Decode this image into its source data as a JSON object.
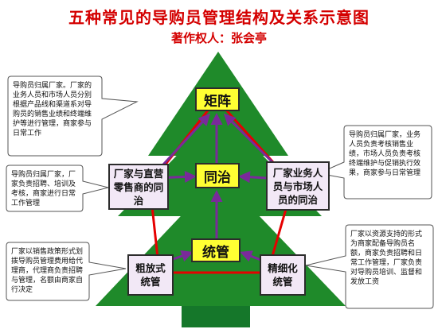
{
  "title": "五种常见的导购员管理结构及关系示意图",
  "subtitle": "著作权人：张会亭",
  "colors": {
    "title": "#d40000",
    "tree": "#1f8a2a",
    "trunk": "#15772a",
    "relation_line": "#e60000",
    "arrow": "#7a2a9a",
    "yellow_node": "#ffff33",
    "lilac_node": "#f2e8f6",
    "callout_fill": "#ffffff"
  },
  "nodes": {
    "top": "矩阵",
    "middle": "同治",
    "lower": "统管",
    "left_mid": "厂家与直营零售商的同治",
    "right_mid": "厂家业务人员与市场人员的同治",
    "bottom_left": "粗放式统管",
    "bottom_right": "精细化统管"
  },
  "callouts": {
    "top_left": "导购员归属厂家。厂家的业务人员和市场人员分别根据产品线和渠道系对导购员的销售业绩和终端维护等进行管理，商家参与日常工作",
    "mid_left": "导购员归属厂家，厂家负责招聘、培训及考核，商家进行日常工作管理",
    "bottom_left": "厂家以销售政策形式划拨导购员管理费用给代理商，代理商负责招聘与管理，名额由商家自行决定",
    "top_right": "导购员归属厂家，业务人员负责考核销售业绩，市场人员负责考核终端维护与促销执行效果，商家参与日常管理",
    "bottom_right": "厂家以资源支持的形式为商家配备导购员名额，商家负责招聘和日常工作管理，厂家负责对导购员培训、监督和发放工资"
  }
}
